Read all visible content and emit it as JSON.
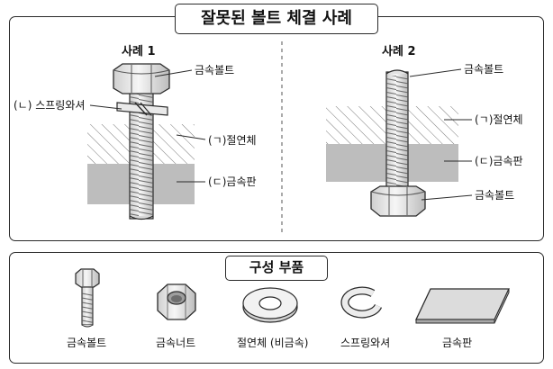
{
  "title": "잘못된 볼트 체결 사례",
  "case1": {
    "title": "사례 1",
    "labels": {
      "bolt": "금속볼트",
      "spring_washer": "(ㄴ) 스프링와셔",
      "insulator": "(ㄱ)절연체",
      "metal_plate": "(ㄷ)금속판"
    }
  },
  "case2": {
    "title": "사례 2",
    "labels": {
      "bolt_top": "금속볼트",
      "insulator": "(ㄱ)절연체",
      "metal_plate": "(ㄷ)금속판",
      "bolt_bottom": "금속볼트"
    }
  },
  "parts": {
    "title": "구성 부품",
    "items": [
      {
        "label": "금속볼트",
        "icon": "bolt-icon"
      },
      {
        "label": "금속너트",
        "icon": "nut-icon"
      },
      {
        "label": "절연체 (비금속)",
        "icon": "insulator-washer-icon"
      },
      {
        "label": "스프링와셔",
        "icon": "spring-washer-icon"
      },
      {
        "label": "금속판",
        "icon": "metal-plate-icon"
      }
    ]
  },
  "colors": {
    "outline": "#2a2a2a",
    "metal_plate": "#bdbdbd",
    "bolt": "#e6e6e6",
    "insulator_hatch": "#8a8a8a"
  }
}
